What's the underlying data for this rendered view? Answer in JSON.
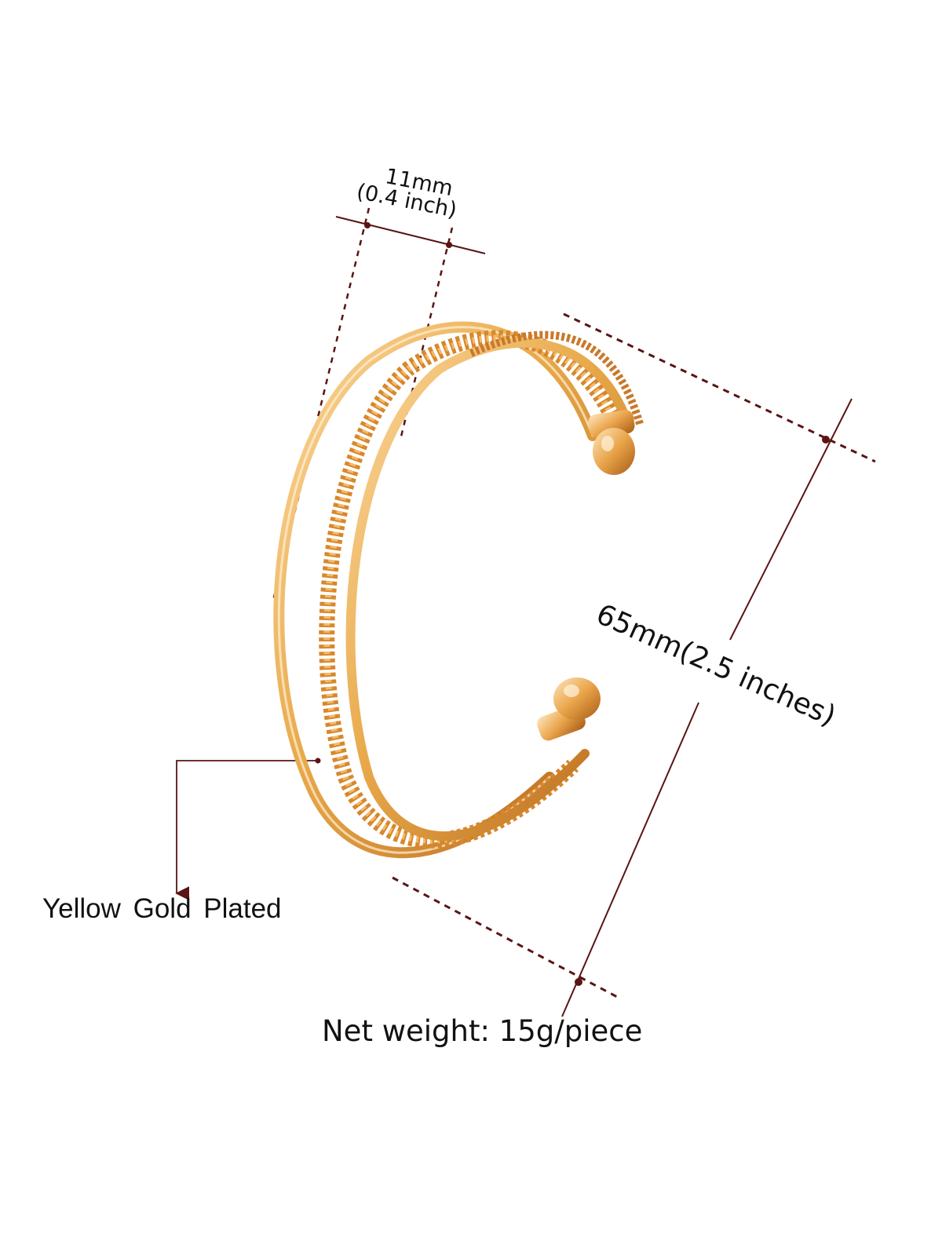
{
  "product": {
    "name": "Cuff bangle bracelet",
    "finish_color": "#E8A94A"
  },
  "annotations": {
    "width": {
      "metric": "11mm",
      "imperial": "(0.4 inch)"
    },
    "diameter": {
      "text": "65mm(2.5 inches)"
    },
    "material": {
      "text": "Yellow  Gold  Plated"
    },
    "weight": {
      "text": "Net weight: 15g/piece"
    }
  },
  "colors": {
    "dimension_line": "#5A1414",
    "text": "#111111",
    "background": "#FFFFFF",
    "gold_light": "#FCD9A0",
    "gold_mid": "#E8A94A",
    "gold_dark": "#B8691C"
  }
}
